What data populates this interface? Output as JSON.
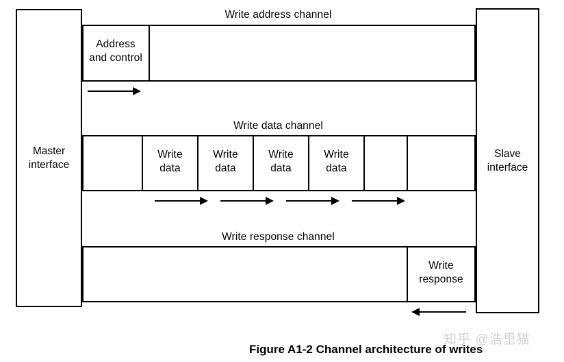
{
  "figure": {
    "caption": "Figure A1-2 Channel architecture of writes",
    "watermark": "知乎 @浩里猫"
  },
  "endpoints": {
    "master": "Master\ninterface",
    "slave": "Slave\ninterface"
  },
  "channels": [
    {
      "id": "write-address-channel",
      "title": "Write address channel",
      "cells": [
        {
          "id": "address-and-control",
          "label": "Address\nand control"
        }
      ],
      "arrows": [
        {
          "direction": "right"
        }
      ]
    },
    {
      "id": "write-data-channel",
      "title": "Write data channel",
      "cells": [
        {
          "id": "write-data-1",
          "label": "Write\ndata"
        },
        {
          "id": "write-data-2",
          "label": "Write\ndata"
        },
        {
          "id": "write-data-3",
          "label": "Write\ndata"
        },
        {
          "id": "write-data-4",
          "label": "Write\ndata"
        }
      ],
      "arrows": [
        {
          "direction": "right"
        },
        {
          "direction": "right"
        },
        {
          "direction": "right"
        },
        {
          "direction": "right"
        }
      ]
    },
    {
      "id": "write-response-channel",
      "title": "Write response channel",
      "cells": [
        {
          "id": "write-response",
          "label": "Write\nresponse"
        }
      ],
      "arrows": [
        {
          "direction": "left"
        }
      ]
    }
  ],
  "colors": {
    "line": "#000000",
    "background": "#ffffff",
    "watermark": "#d2d2d2"
  }
}
